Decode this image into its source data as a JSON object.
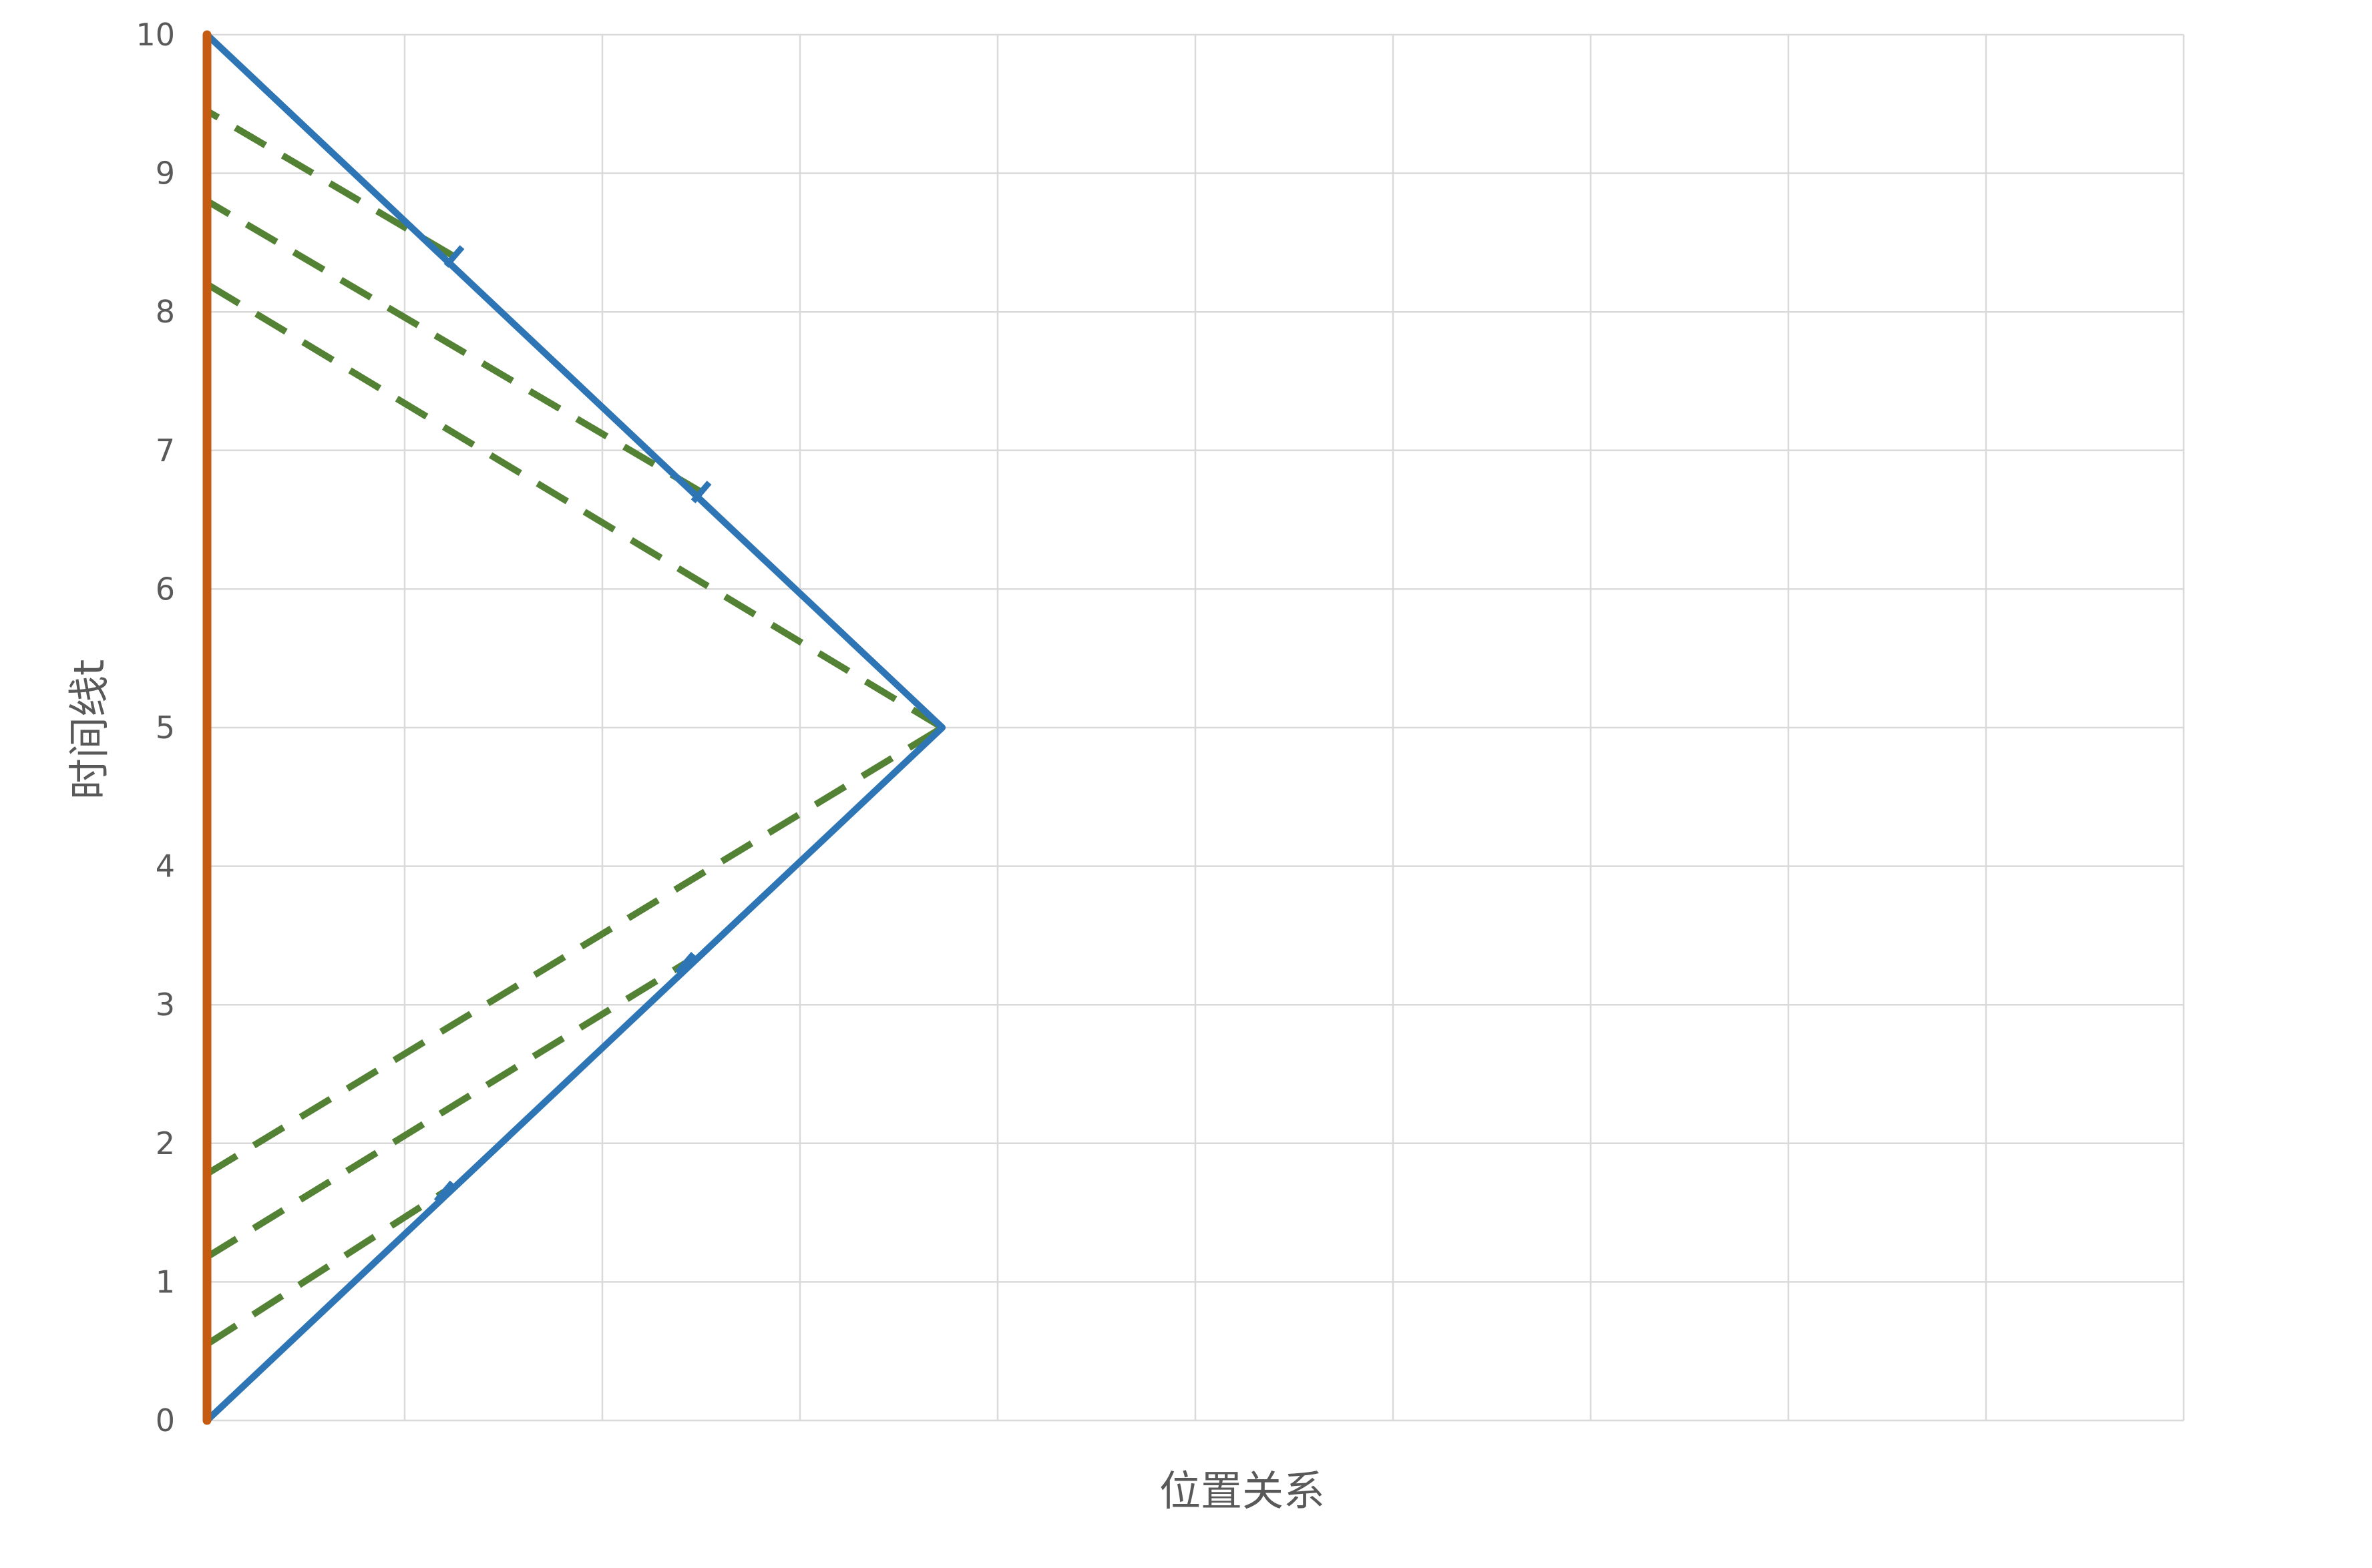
{
  "chart_data": {
    "type": "scatter",
    "title": "",
    "xlabel": "位置关系",
    "ylabel": "时间线t",
    "xlim": [
      0,
      10
    ],
    "ylim": [
      0,
      10
    ],
    "yticks": [
      "0",
      "1",
      "2",
      "3",
      "4",
      "5",
      "6",
      "7",
      "8",
      "9",
      "10"
    ],
    "xticks_shown": false,
    "grid": true,
    "legend": "none",
    "colors": {
      "grid": "#d9d9d9",
      "tick_text": "#595959",
      "orange": "#c55a11",
      "blue": "#2e75b6",
      "green": "#548235"
    },
    "series": [
      {
        "style": "solid",
        "color": "orange",
        "points": [
          [
            0,
            0
          ],
          [
            0,
            10
          ]
        ]
      },
      {
        "style": "solid",
        "color": "blue",
        "points": [
          [
            0,
            0
          ],
          [
            3.72,
            5
          ],
          [
            0,
            10
          ]
        ]
      },
      {
        "style": "dashed",
        "color": "green",
        "points": [
          [
            0,
            0.55
          ],
          [
            1.2,
            1.65
          ]
        ]
      },
      {
        "style": "dashed",
        "color": "green",
        "points": [
          [
            0,
            1.18
          ],
          [
            2.42,
            3.3
          ]
        ]
      },
      {
        "style": "dashed",
        "color": "green",
        "points": [
          [
            0,
            1.78
          ],
          [
            3.72,
            5
          ]
        ]
      },
      {
        "style": "dashed",
        "color": "green",
        "points": [
          [
            3.72,
            5
          ],
          [
            0,
            8.2
          ]
        ]
      },
      {
        "style": "dashed",
        "color": "green",
        "points": [
          [
            2.5,
            6.7
          ],
          [
            0,
            8.8
          ]
        ]
      },
      {
        "style": "dashed",
        "color": "green",
        "points": [
          [
            1.25,
            8.4
          ],
          [
            0,
            9.45
          ]
        ]
      }
    ],
    "markers": [
      {
        "x": 1.2,
        "y": 1.65,
        "color": "blue"
      },
      {
        "x": 2.42,
        "y": 3.3,
        "color": "blue"
      },
      {
        "x": 2.5,
        "y": 6.7,
        "color": "blue"
      },
      {
        "x": 1.25,
        "y": 8.4,
        "color": "blue"
      }
    ]
  }
}
